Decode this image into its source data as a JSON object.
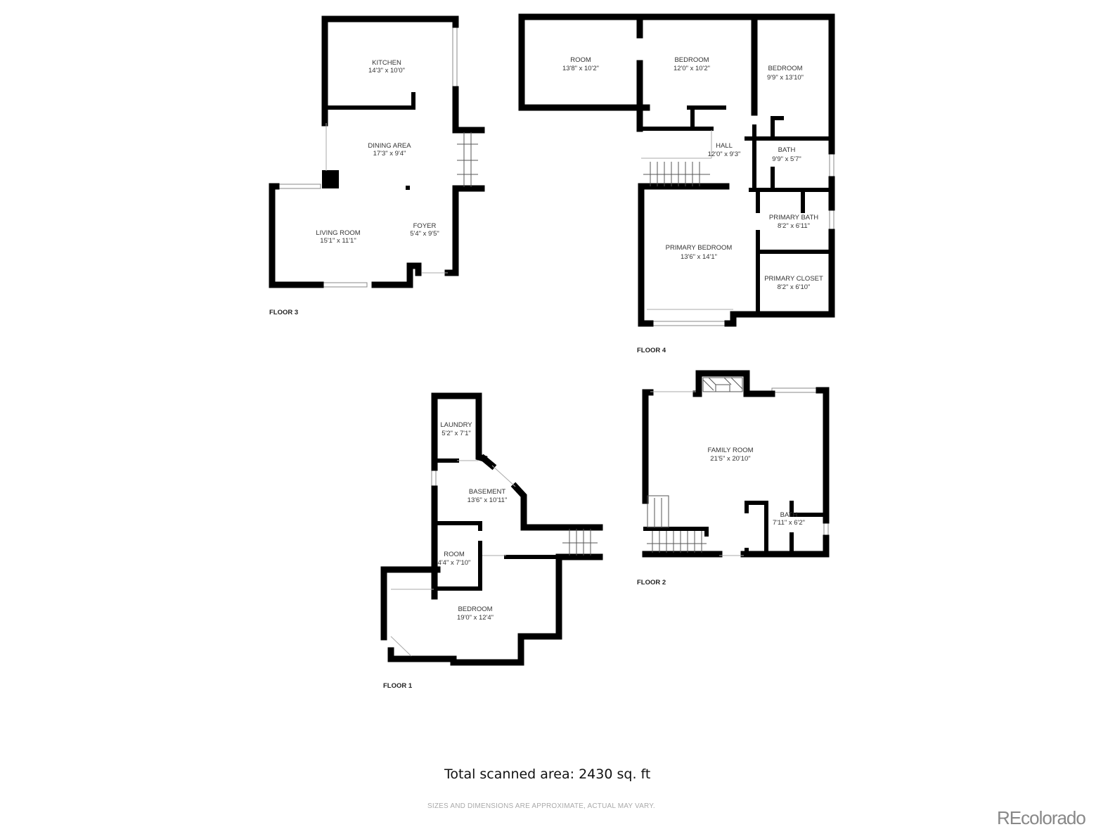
{
  "floors": {
    "floor3": {
      "label": "FLOOR 3",
      "rooms": [
        {
          "name": "KITCHEN",
          "dims": "14'3\" x 10'0\""
        },
        {
          "name": "DINING AREA",
          "dims": "17'3\" x 9'4\""
        },
        {
          "name": "LIVING ROOM",
          "dims": "15'1\" x 11'1\""
        },
        {
          "name": "FOYER",
          "dims": "5'4\" x 9'5\""
        }
      ]
    },
    "floor4": {
      "label": "FLOOR 4",
      "rooms": [
        {
          "name": "ROOM",
          "dims": "13'8\" x 10'2\""
        },
        {
          "name": "BEDROOM",
          "dims": "12'0\" x 10'2\""
        },
        {
          "name": "BEDROOM",
          "dims": "9'9\" x 13'10\""
        },
        {
          "name": "HALL",
          "dims": "12'0\" x 9'3\""
        },
        {
          "name": "BATH",
          "dims": "9'9\" x 5'7\""
        },
        {
          "name": "PRIMARY BATH",
          "dims": "8'2\" x 6'11\""
        },
        {
          "name": "PRIMARY BEDROOM",
          "dims": "13'6\" x 14'1\""
        },
        {
          "name": "PRIMARY CLOSET",
          "dims": "8'2\" x 6'10\""
        }
      ]
    },
    "floor1": {
      "label": "FLOOR 1",
      "rooms": [
        {
          "name": "LAUNDRY",
          "dims": "5'2\" x 7'1\""
        },
        {
          "name": "BASEMENT",
          "dims": "13'6\" x 10'11\""
        },
        {
          "name": "ROOM",
          "dims": "4'4\" x 7'10\""
        },
        {
          "name": "BEDROOM",
          "dims": "19'0\" x 12'4\""
        }
      ]
    },
    "floor2": {
      "label": "FLOOR 2",
      "rooms": [
        {
          "name": "FAMILY ROOM",
          "dims": "21'5\" x 20'10\""
        },
        {
          "name": "BATH",
          "dims": "7'11\" x 6'2\""
        }
      ]
    }
  },
  "footer": {
    "total": "Total scanned area: 2430 sq. ft",
    "disclaimer": "SIZES AND DIMENSIONS ARE APPROXIMATE, ACTUAL MAY VARY.",
    "watermark": "REcolorado"
  }
}
